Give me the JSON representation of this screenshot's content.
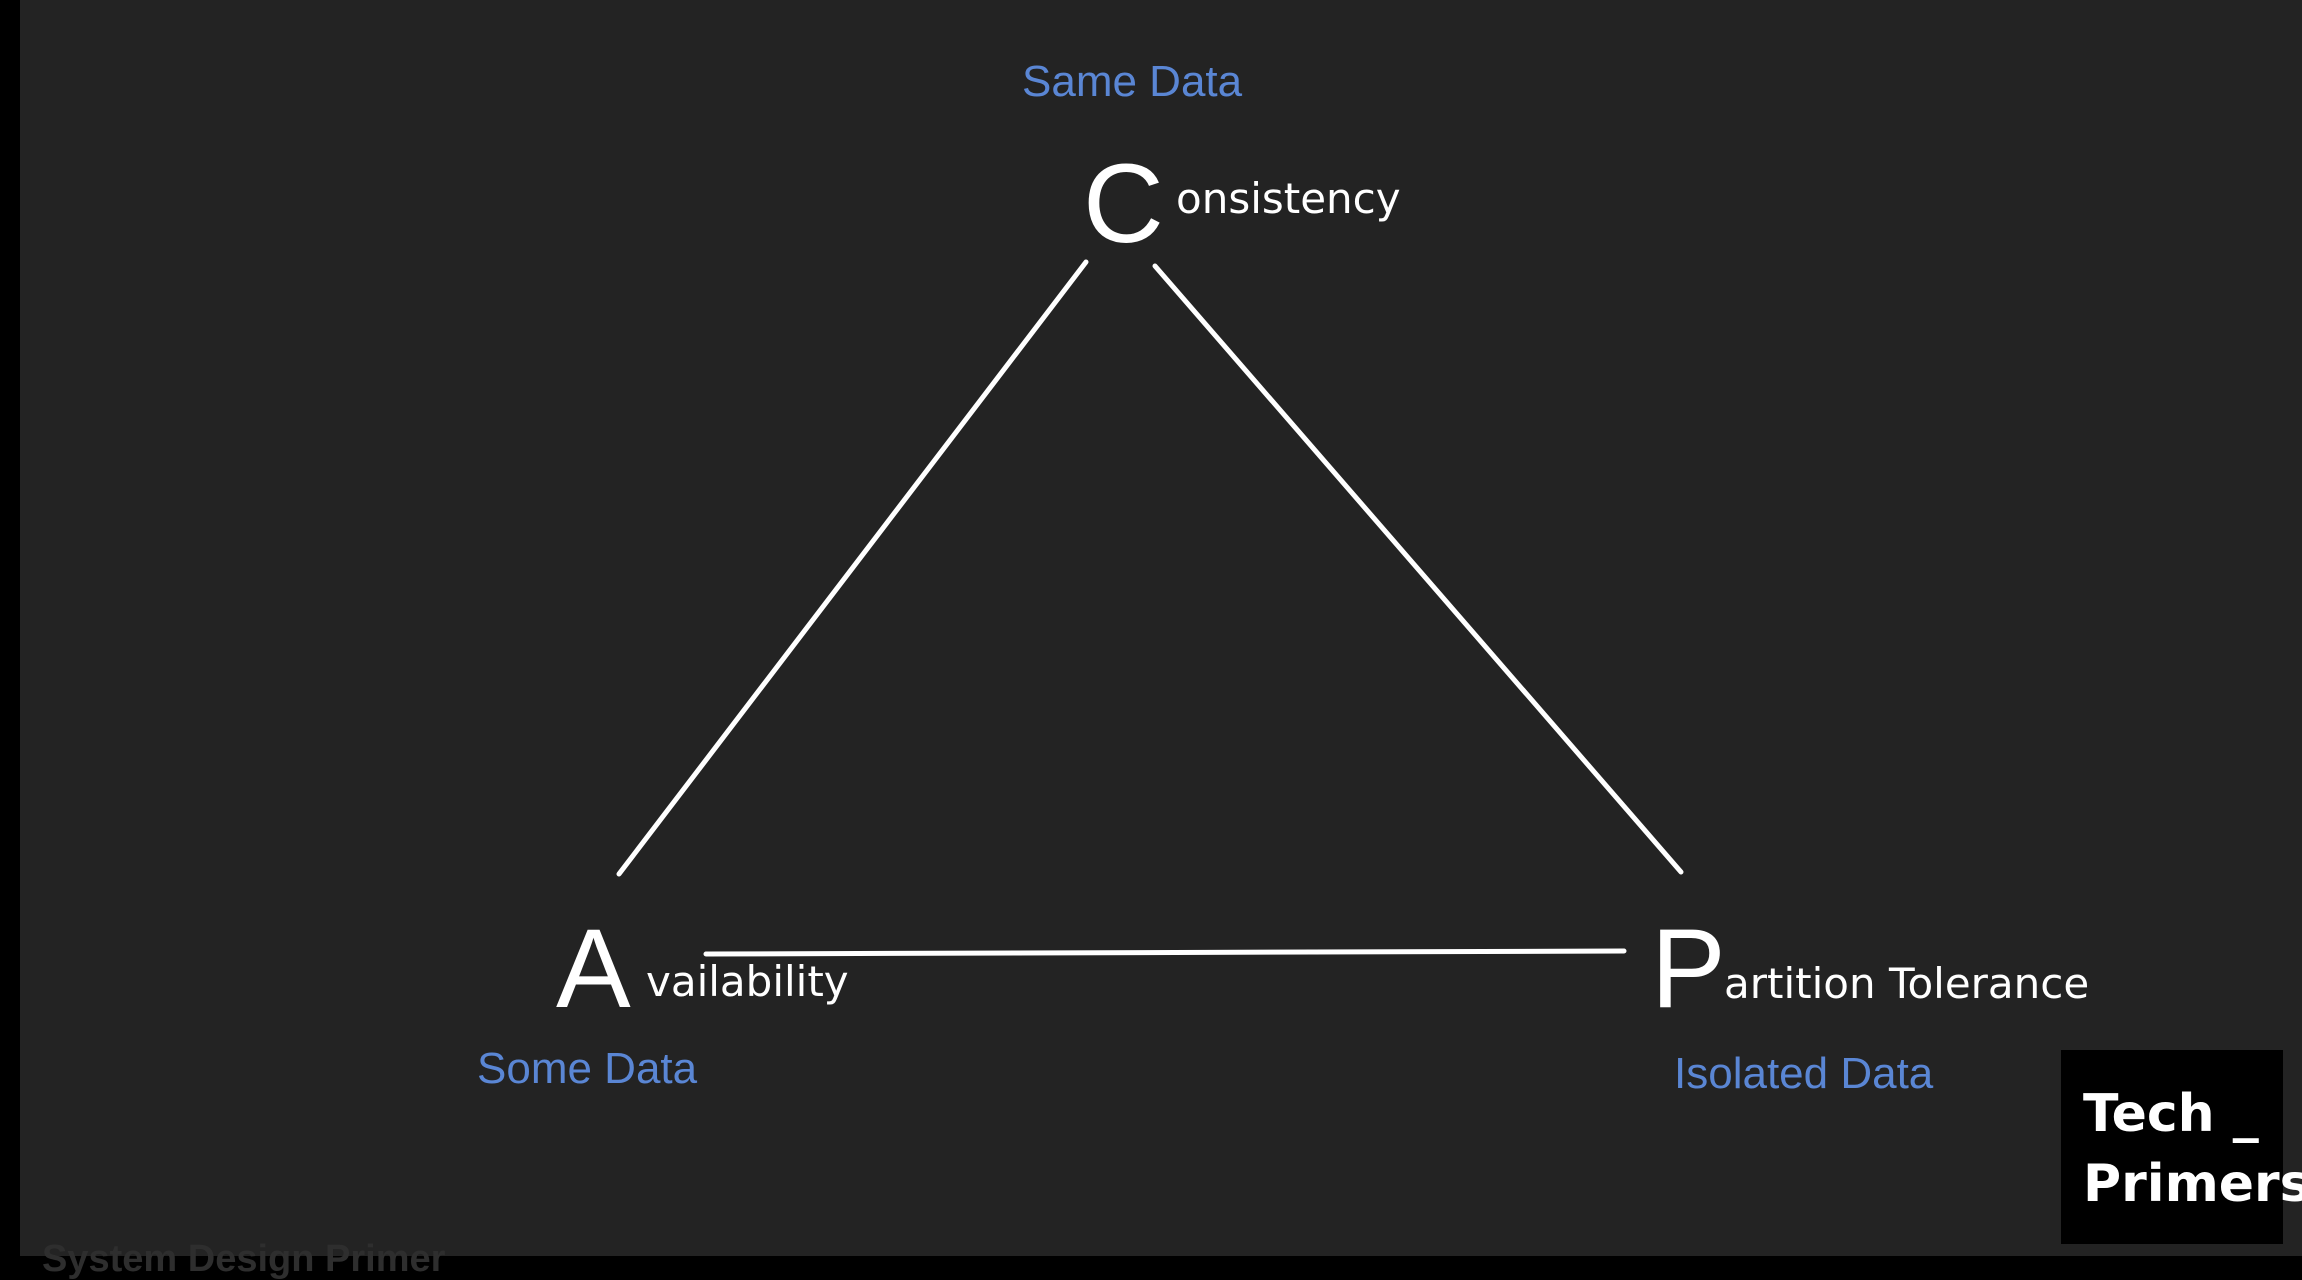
{
  "diagram": {
    "title": "",
    "vertices": {
      "consistency": {
        "initial": "C",
        "rest": "onsistency",
        "caption": "Same Data"
      },
      "availability": {
        "initial": "A",
        "rest": "vailability",
        "caption": "Some Data"
      },
      "partition": {
        "initial": "P",
        "rest": "artition Tolerance",
        "caption": "Isolated Data"
      }
    },
    "edges": [
      {
        "from": "consistency",
        "to": "availability"
      },
      {
        "from": "consistency",
        "to": "partition"
      },
      {
        "from": "availability",
        "to": "partition"
      }
    ],
    "colors": {
      "background": "#232323",
      "line": "#ffffff",
      "caption": "#5a86d4"
    }
  },
  "logo": {
    "line1": "Tech _",
    "line2": "Primers"
  },
  "watermark": {
    "text": "System Design Primer"
  }
}
